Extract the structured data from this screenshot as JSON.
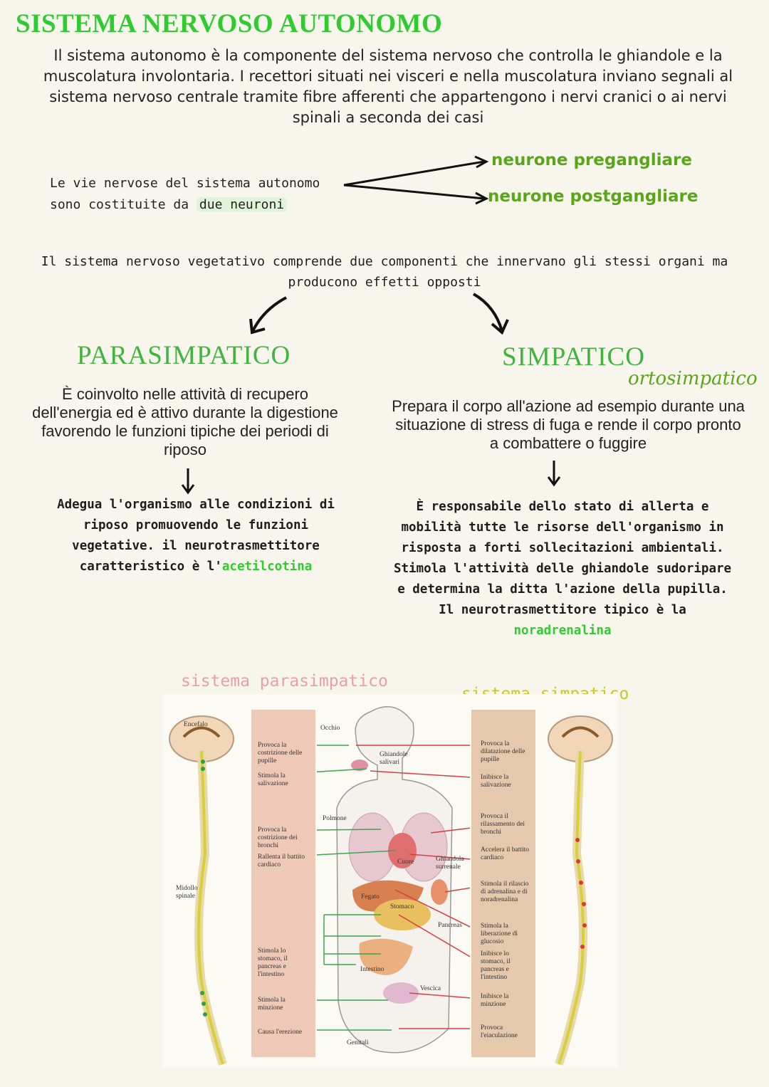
{
  "title": "SISTEMA NERVOSO AUTONOMO",
  "intro": "Il sistema autonomo è la componente del sistema nervoso che controlla le ghiandole e la muscolatura involontaria. I recettori situati nei visceri e nella muscolatura inviano segnali al sistema nervoso centrale tramite fibre afferenti che appartengono i nervi cranici o ai nervi spinali a seconda dei casi",
  "vie": {
    "line1": "Le vie nervose del sistema autonomo",
    "line2_prefix": "sono costituite da ",
    "line2_highlight": "due neuroni",
    "branch_top": "neurone pregangliare",
    "branch_bottom": "neurone postgangliare"
  },
  "vegetativo": "Il sistema nervoso vegetativo comprende due componenti che innervano gli stessi organi ma producono effetti opposti",
  "parasimpatico": {
    "heading": "PARASIMPATICO",
    "description": "È coinvolto nelle attività di recupero dell'energia ed è attivo durante la digestione favorendo le funzioni tipiche dei periodi di riposo",
    "effect_text": "Adegua l'organismo alle condizioni di riposo promuovendo le funzioni vegetative. il neurotrasmettitore caratteristico è l'",
    "neurotransmitter": "acetilcotina"
  },
  "simpatico": {
    "heading": "SIMPATICO",
    "subheading": "ortosimpatico",
    "description": "Prepara il corpo all'azione ad esempio durante una situazione di stress di fuga e rende il corpo pronto a combattere o fuggire",
    "effect_text": "È responsabile dello stato di allerta e mobilità tutte le risorse dell'organismo in risposta a forti sollecitazioni ambientali. Stimola l'attività delle ghiandole sudoripare e determina la ditta l'azione della pupilla. Il neurotrasmettitore tipico è la",
    "neurotransmitter": "noradrenalina"
  },
  "diagram": {
    "label_para": "sistema parasimpatico",
    "label_simp": "sistema simpatico",
    "brain_label": "Encefalo",
    "spine_label": "Midollo spinale",
    "organs": {
      "occhio": "Occhio",
      "ghiandole": "Ghiandole salivari",
      "polmone": "Polmone",
      "cuore": "Cuore",
      "surrenale": "Ghiandola surrenale",
      "fegato": "Fegato",
      "stomaco": "Stomaco",
      "pancreas": "Pancreas",
      "intestino": "Intestino",
      "vescica": "Vescica",
      "genitali": "Genitali"
    },
    "para_effects": [
      "Provoca la costrizione delle pupille",
      "Stimola la salivazione",
      "Provoca la costrizione dei bronchi",
      "Rallenta il battito cardiaco",
      "Stimola lo stomaco, il pancreas e l'intestino",
      "Stimola la minzione",
      "Causa l'erezione"
    ],
    "simp_effects": [
      "Provoca la dilatazione delle pupille",
      "Inibisce la salivazione",
      "Provoca il rilassamento dei bronchi",
      "Accelera il battito cardiaco",
      "Stimola il rilascio di adrenalina e di noradrenalina",
      "Stimola la liberazione di glucosio",
      "Inibisce lo stomaco, il pancreas e l'intestino",
      "Inibisce la minzione",
      "Provoca l'eiaculazione"
    ]
  }
}
